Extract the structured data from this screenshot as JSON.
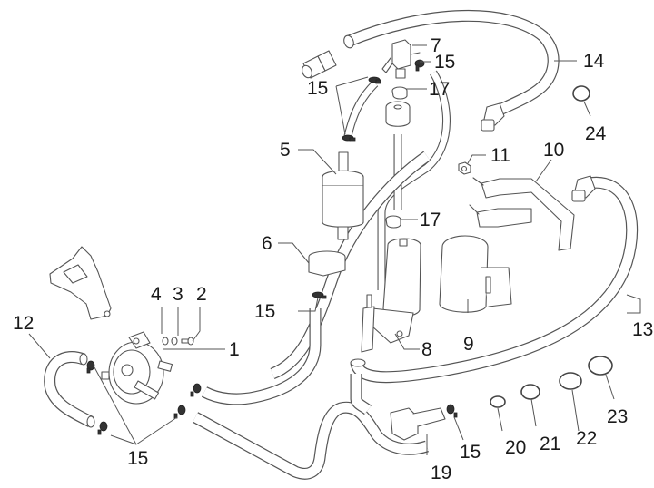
{
  "diagram": {
    "title": "Fuel pump and fuel lines exploded view",
    "colors": {
      "line": "#555555",
      "text": "#1a1a1a",
      "background": "#ffffff"
    },
    "callouts": [
      {
        "id": "c1",
        "label": "1",
        "part": "fuel-pump-vacuum"
      },
      {
        "id": "c2",
        "label": "2",
        "part": "screw"
      },
      {
        "id": "c3",
        "label": "3",
        "part": "washer"
      },
      {
        "id": "c4",
        "label": "4",
        "part": "washer"
      },
      {
        "id": "c5",
        "label": "5",
        "part": "fuel-filter"
      },
      {
        "id": "c6",
        "label": "6",
        "part": "filter-clamp"
      },
      {
        "id": "c7",
        "label": "7",
        "part": "valve-fitting"
      },
      {
        "id": "c8",
        "label": "8",
        "part": "electric-fuel-pump"
      },
      {
        "id": "c9",
        "label": "9",
        "part": "pump-rubber-sleeve"
      },
      {
        "id": "c10",
        "label": "10",
        "part": "pump-bracket"
      },
      {
        "id": "c11",
        "label": "11",
        "part": "nut"
      },
      {
        "id": "c12",
        "label": "12",
        "part": "hose"
      },
      {
        "id": "c13",
        "label": "13",
        "part": "hose"
      },
      {
        "id": "c14",
        "label": "14",
        "part": "hose"
      },
      {
        "id": "c15a",
        "label": "15",
        "part": "hose-clip"
      },
      {
        "id": "c15b",
        "label": "15",
        "part": "hose-clip"
      },
      {
        "id": "c15c",
        "label": "15",
        "part": "hose-clip"
      },
      {
        "id": "c15d",
        "label": "15",
        "part": "hose-clip"
      },
      {
        "id": "c15e",
        "label": "15",
        "part": "hose-clip"
      },
      {
        "id": "c17a",
        "label": "17",
        "part": "clamp"
      },
      {
        "id": "c17b",
        "label": "17",
        "part": "clamp"
      },
      {
        "id": "c19",
        "label": "19",
        "part": "hose-holder"
      },
      {
        "id": "c20",
        "label": "20",
        "part": "clamp"
      },
      {
        "id": "c21",
        "label": "21",
        "part": "clamp"
      },
      {
        "id": "c22",
        "label": "22",
        "part": "clamp"
      },
      {
        "id": "c23",
        "label": "23",
        "part": "clamp"
      },
      {
        "id": "c24",
        "label": "24",
        "part": "clamp"
      }
    ]
  }
}
